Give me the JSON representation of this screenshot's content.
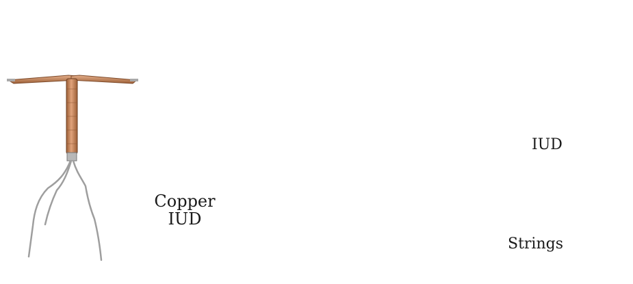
{
  "illustration": {
    "copper_caption_line1": "Copper",
    "copper_caption_line2": "IUD",
    "label_iud": "IUD",
    "label_strings": "Strings"
  },
  "colors": {
    "uterus_flesh": "#e8857f",
    "uterus_inner": "#8a1f2c",
    "cervix": "#7a1830",
    "copper": "#c8875a",
    "wire": "#9a9a9a"
  },
  "icons": [
    "copper-iud-illustration",
    "uterus-illustration",
    "ovary-left",
    "ovary-right"
  ]
}
